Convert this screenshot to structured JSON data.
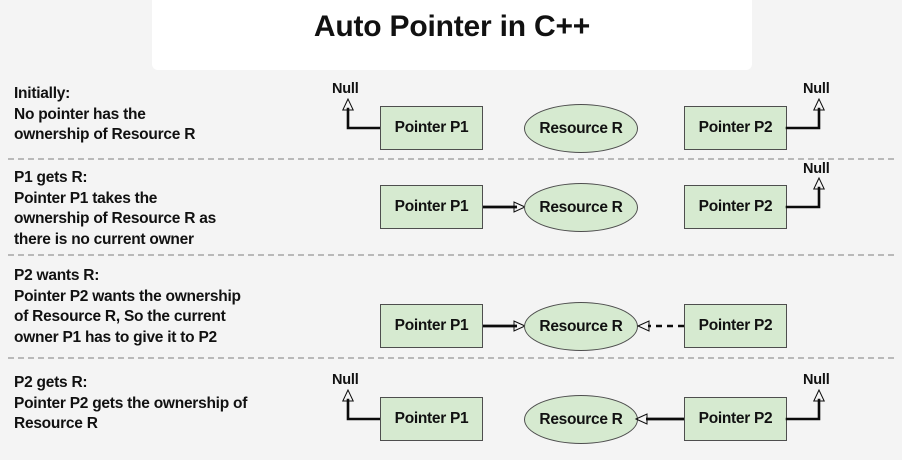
{
  "title": "Auto Pointer in C++",
  "colors": {
    "background": "#f4f4f4",
    "card": "#ffffff",
    "node_fill": "#d6ead0",
    "node_stroke": "#4e4e4e",
    "edge": "#0b0b0b",
    "separator": "#b9b9b9",
    "text": "#111111"
  },
  "labels": {
    "pointer_p1": "Pointer P1",
    "pointer_p2": "Pointer P2",
    "resource_r": "Resource R",
    "null": "Null"
  },
  "rows": [
    {
      "id": "initially",
      "caption": [
        "Initially:",
        "No pointer has the",
        "ownership of Resource R"
      ],
      "nodes": {
        "p1": "Pointer P1",
        "resource": "Resource R",
        "p2": "Pointer P2"
      },
      "p1_null_label": "Null",
      "p2_null_label": "Null",
      "p1_arrow": "null-left-up",
      "p2_arrow": "null-right-up",
      "resource_arrow": "none"
    },
    {
      "id": "p1-gets-r",
      "caption": [
        "P1 gets R:",
        "Pointer P1 takes the",
        "ownership of Resource R as",
        "there is no current owner"
      ],
      "nodes": {
        "p1": "Pointer P1",
        "resource": "Resource R",
        "p2": "Pointer P2"
      },
      "p1_null_label": "",
      "p2_null_label": "Null",
      "p1_arrow": "solid-right-to-resource",
      "p2_arrow": "null-right-up",
      "resource_arrow": "none"
    },
    {
      "id": "p2-wants-r",
      "caption": [
        "P2 wants R:",
        "Pointer P2 wants the ownership",
        "of Resource R, So the current",
        "owner P1 has to give it to P2"
      ],
      "nodes": {
        "p1": "Pointer P1",
        "resource": "Resource R",
        "p2": "Pointer P2"
      },
      "p1_null_label": "",
      "p2_null_label": "",
      "p1_arrow": "solid-right-to-resource",
      "p2_arrow": "dashed-left-to-resource",
      "resource_arrow": "none"
    },
    {
      "id": "p2-gets-r",
      "caption": [
        "P2 gets R:",
        "Pointer P2 gets the ownership of",
        "Resource R"
      ],
      "nodes": {
        "p1": "Pointer P1",
        "resource": "Resource R",
        "p2": "Pointer P2"
      },
      "p1_null_label": "Null",
      "p2_null_label": "Null",
      "p1_arrow": "null-left-up",
      "p2_arrow": "solid-left-to-resource-and-null-right-up",
      "resource_arrow": "none"
    }
  ]
}
